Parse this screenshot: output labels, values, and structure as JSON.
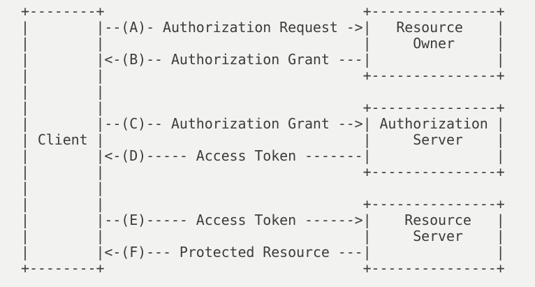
{
  "colors": {
    "background": "#f2f2f0",
    "text": "#3c3c3c"
  },
  "diagram": {
    "lines": [
      "+--------+                               +---------------+",
      "|        |--(A)- Authorization Request ->|   Resource    |",
      "|        |                               |     Owner     |",
      "|        |<-(B)-- Authorization Grant ---|               |",
      "|        |                               +---------------+",
      "|        |",
      "|        |                               +---------------+",
      "|        |--(C)-- Authorization Grant -->| Authorization |",
      "| Client |                               |     Server    |",
      "|        |<-(D)----- Access Token -------|               |",
      "|        |                               +---------------+",
      "|        |",
      "|        |                               +---------------+",
      "|        |--(E)----- Access Token ------>|    Resource   |",
      "|        |                               |     Server    |",
      "|        |<-(F)--- Protected Resource ---|               |",
      "+--------+                               +---------------+"
    ]
  },
  "flow": {
    "client_label": "Client",
    "entities": [
      "Resource Owner",
      "Authorization Server",
      "Resource Server"
    ],
    "steps": [
      {
        "id": "(A)",
        "text": "Authorization Request",
        "arrow": "right"
      },
      {
        "id": "(B)",
        "text": "Authorization Grant",
        "arrow": "left"
      },
      {
        "id": "(C)",
        "text": "Authorization Grant",
        "arrow": "right"
      },
      {
        "id": "(D)",
        "text": "Access Token",
        "arrow": "left"
      },
      {
        "id": "(E)",
        "text": "Access Token",
        "arrow": "right"
      },
      {
        "id": "(F)",
        "text": "Protected Resource",
        "arrow": "left"
      }
    ]
  }
}
